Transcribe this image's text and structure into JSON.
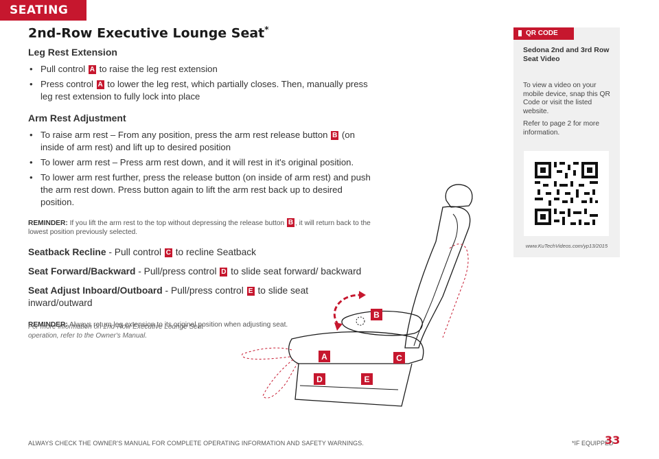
{
  "section_tab": "SEATING",
  "title": "2nd-Row Executive Lounge Seat",
  "title_asterisk": "*",
  "leg_rest": {
    "heading": "Leg Rest Extension",
    "b1_pre": "Pull control ",
    "b1_badge": "A",
    "b1_post": " to raise the leg rest extension",
    "b2_pre": "Press control ",
    "b2_badge": "A",
    "b2_post": " to lower the leg rest, which partially closes. Then, manually press leg rest extension to fully lock into place"
  },
  "arm_rest": {
    "heading": "Arm Rest Adjustment",
    "b1_pre": "To raise arm rest – From any position, press the arm rest release button ",
    "b1_badge": "B",
    "b1_post": " (on inside of arm rest) and lift up to desired position",
    "b2": "To lower arm rest – Press arm rest down, and it will rest in it's original position.",
    "b3": "To lower arm rest further, press the release button (on inside of arm rest) and push the arm rest down. Press button again to lift the arm rest back up to desired position."
  },
  "reminder1": {
    "label": "REMINDER:",
    "pre": " If you lift the arm rest to the top without depressing the release button ",
    "badge": "B",
    "post": ", it will return back to the lowest position previously selected."
  },
  "recline": {
    "label": "Seatback Recline",
    "pre": " - Pull control ",
    "badge": "C",
    "post": " to recline Seatback"
  },
  "forward": {
    "label": "Seat Forward/Backward",
    "pre": " - Pull/press control ",
    "badge": "D",
    "post": " to slide seat forward/ backward"
  },
  "inboard": {
    "label": "Seat Adjust Inboard/Outboard",
    "pre": " - Pull/press control ",
    "badge": "E",
    "post": " to slide seat inward/outward"
  },
  "reminder2": {
    "label": "REMINDER:",
    "text": " Always return leg extension to its original position when adjusting seat."
  },
  "note": "For more information on 2nd-Row Executive Lounge Seat operation, refer to the Owner's Manual.",
  "sidebar": {
    "tab_label": "QR CODE",
    "title": "Sedona 2nd and 3rd Row Seat Video",
    "body": "To view a video on your mobile device, snap this QR Code or visit the listed website.",
    "ref": "Refer to page 2 for more information.",
    "url": "www.KuTechVideos.com/yp13/2015"
  },
  "diagram_labels": {
    "a": "A",
    "b": "B",
    "c": "C",
    "d": "D",
    "e": "E"
  },
  "footer": "ALWAYS CHECK THE OWNER'S MANUAL FOR COMPLETE OPERATING INFORMATION AND SAFETY WARNINGS.",
  "if_equipped": "*IF EQUIPPED",
  "page_number": "33",
  "colors": {
    "accent": "#c6172e",
    "sidebar_bg": "#f0f0f0"
  }
}
